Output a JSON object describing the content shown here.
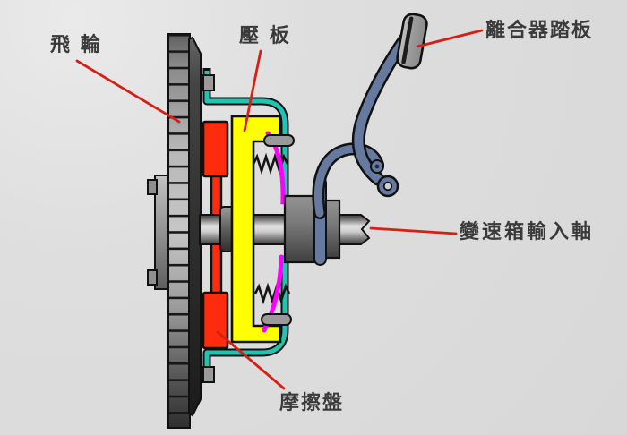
{
  "diagram": {
    "type": "clutch-mechanism-cutaway",
    "labels": {
      "flywheel": "飛 輪",
      "pressure_plate": "壓 板",
      "clutch_pedal": "離合器踏板",
      "transmission_input_shaft": "變速箱輸入軸",
      "friction_disc": "摩擦盤"
    },
    "colors": {
      "background": "#dcdcdc",
      "label_text": "#3a3a3a",
      "leader_line": "#d42015",
      "flywheel_body": "#2e2e2e",
      "flywheel_teeth": "#b4b4b4",
      "clutch_cover": "#1fc4b2",
      "pressure_plate": "#ffff00",
      "friction_disc": "#fd2c0c",
      "diaphragm_spring": "#ff00ff",
      "coil_spring": "#141414",
      "shaft_gray": "#9d9d9d",
      "pedal_linkage": "#66799f",
      "pedal_pad": "#a8a8a8",
      "pin_gray": "#9a9a9a"
    }
  }
}
